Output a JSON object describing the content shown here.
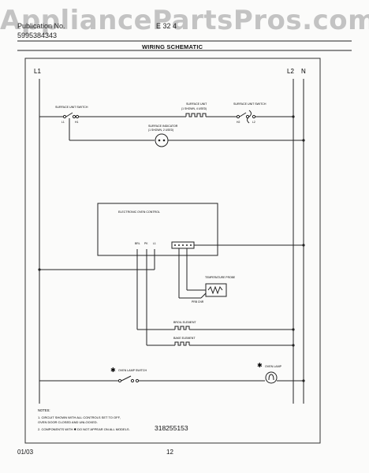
{
  "watermark": "AppliancePartsPros.com",
  "header": {
    "publication_label": "Publication No.",
    "publication_number": "5995384343",
    "model_fragment": "E 32 4",
    "section_title": "WIRING SCHEMATIC"
  },
  "schematic": {
    "rail_l1": "L1",
    "rail_l2": "L2",
    "rail_n": "N",
    "surface_unit_switch": "SURFACE UNIT SWITCH",
    "surface_unit": "SURFACE UNIT",
    "surface_unit_sub": "(1 SHOWN, 4 USED)",
    "surface_unit_switch_right": "SURFACE UNIT SWITCH",
    "surface_indicator": "SURFACE INDICATOR",
    "surface_indicator_sub": "(1 SHOWN, 2 USED)",
    "electronic_oven_control": "ELECTRONIC OVEN CONTROL",
    "control_terminals": [
      "BRL",
      "PK",
      "L1"
    ],
    "temperature_probe": "TEMPERATURE PROBE",
    "probe_plug": "PRB CNR",
    "broil_element": "BROIL ELEMENT",
    "bake_element": "BAKE ELEMENT",
    "oven_lamp_switch": "OVEN LAMP SWITCH",
    "oven_lamp": "OVEN LAMP",
    "switch_terminal_labels": [
      "L1",
      "H1",
      "H2",
      "L2"
    ]
  },
  "notes": {
    "title": "NOTES:",
    "lines": [
      "1.  CIRCUIT SHOWN WITH ALL CONTROLS SET TO OFF,",
      "     OVEN DOOR CLOSED AND UNLOCKED.",
      "2.  COMPONENTS WITH  ✱  DO NOT APPEAR ON ALL MODELS."
    ]
  },
  "part_number": "318255153",
  "footer": {
    "date": "01/03",
    "page": "12"
  }
}
